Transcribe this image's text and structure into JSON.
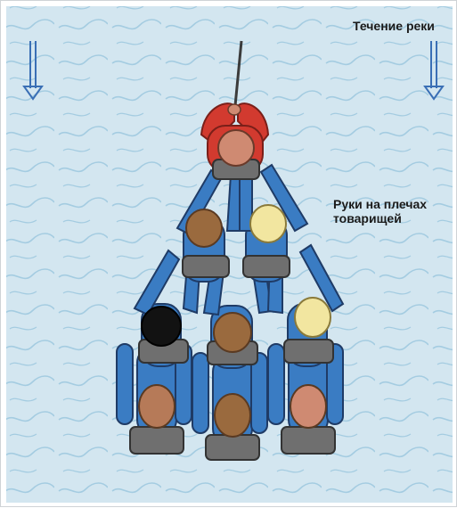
{
  "labels": {
    "river_current": "Течение реки",
    "hands_line1": "Руки на плечах",
    "hands_line2": "товарищей"
  },
  "colors": {
    "water": "#cfe3ee",
    "water_lines": "#9cc7de",
    "jacket_blue": "#3a7cc3",
    "jacket_outline": "#1f3b66",
    "leader_red": "#d23a2f",
    "backpack": "#6f6f6f",
    "helmet_brown": "#9a6a3e",
    "helmet_yellow": "#f2e6a0",
    "hair_black": "#121212",
    "skin": "#cf8a72",
    "arrow": "#3a6fb5",
    "pole": "#3b3b3b"
  },
  "icons": {
    "left_arrow": "down-arrow-icon",
    "right_arrow": "down-arrow-icon"
  }
}
